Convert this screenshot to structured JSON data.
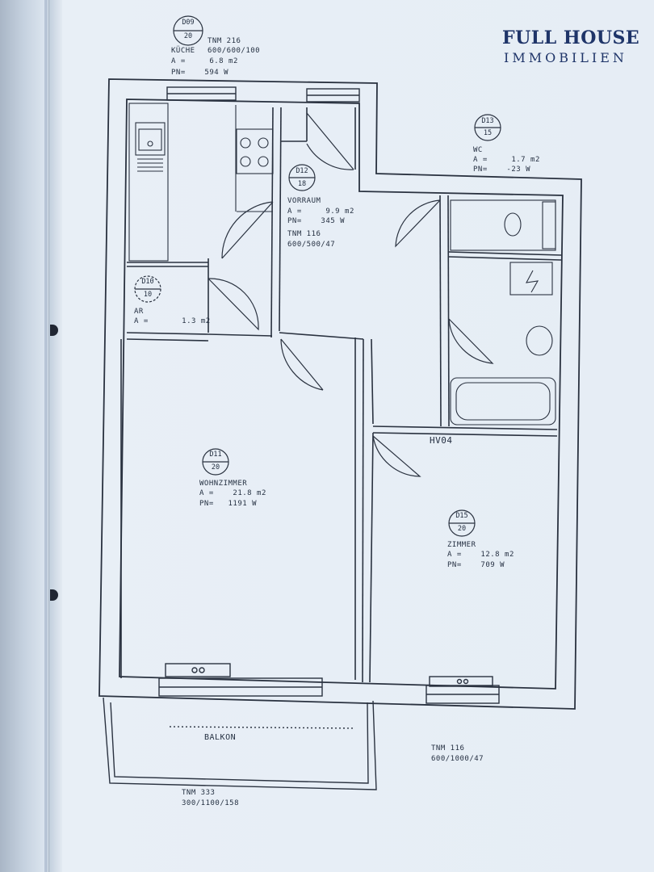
{
  "logo": {
    "line1": "FULL HOUSE",
    "line2": "IMMOBILIEN"
  },
  "rooms": {
    "kueche": {
      "code": "D09",
      "num": "20",
      "name": "KÜCHE",
      "tnm": "TNM 216",
      "tnm_dims": "600/600/100",
      "area": "A =     6.8 m2",
      "pn": "PN=    594 W"
    },
    "ar": {
      "code": "D10",
      "num": "10",
      "name": "AR",
      "area": "A =       1.3 m2"
    },
    "vorraum": {
      "code": "D12",
      "num": "18",
      "name": "VORRAUM",
      "area": "A =     9.9 m2",
      "pn": "PN=    345 W",
      "tnm": "TNM 116",
      "tnm_dims": "600/500/47"
    },
    "wc": {
      "code": "D13",
      "num": "15",
      "name": "WC",
      "area": "A =     1.7 m2",
      "pn": "PN=    -23 W"
    },
    "wohnzimmer": {
      "code": "D11",
      "num": "20",
      "name": "WOHNZIMMER",
      "area": "A =    21.8 m2",
      "pn": "PN=   1191 W"
    },
    "zimmer": {
      "code": "D15",
      "num": "20",
      "name": "ZIMMER",
      "area": "A =    12.8 m2",
      "pn": "PN=    709 W"
    }
  },
  "hv_label": "HV04",
  "balkon": "BALKON",
  "tnm_right": {
    "tnm": "TNM 116",
    "dims": "600/1000/47"
  },
  "tnm_bottom": {
    "tnm": "TNM 333",
    "dims": "300/1100/158"
  }
}
